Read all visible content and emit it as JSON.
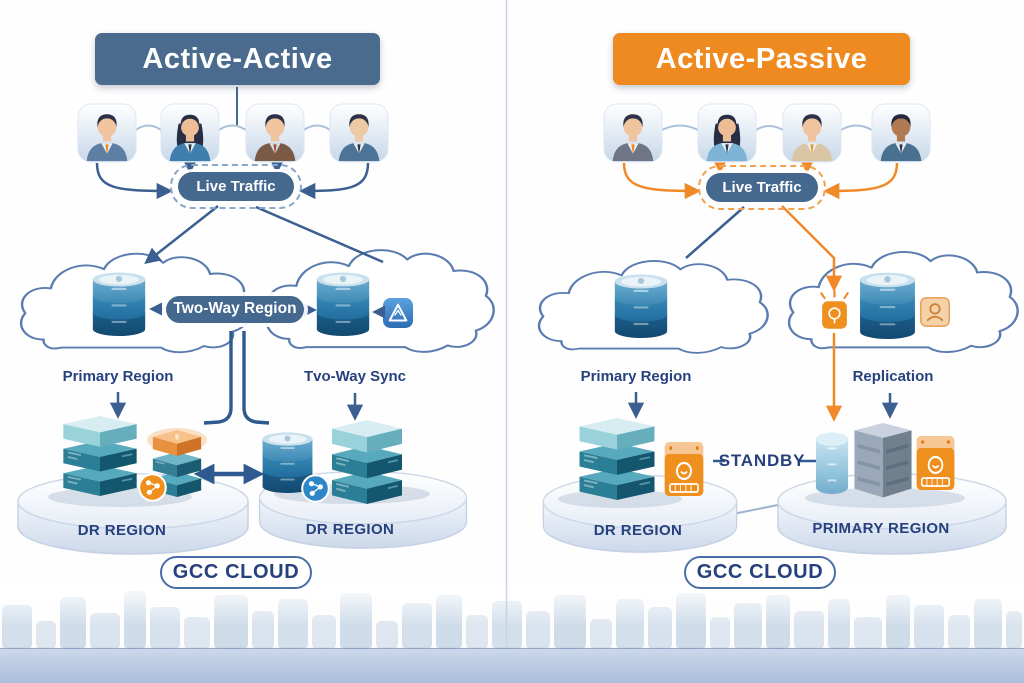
{
  "colors": {
    "slate": "#4a6b8d",
    "orange": "#ee8a1f",
    "pill": "#44688e",
    "navy": "#27417e",
    "cloud_stroke": "#5b7cb0",
    "arrow_blue": "#3b5f90",
    "arrow_orange": "#f08a28",
    "dashed_blue": "#8aa6c8",
    "dashed_orange": "#f2a24e",
    "gcc_border": "#4a6fa5"
  },
  "left": {
    "title": "Active-Active",
    "live_traffic_label": "Live Traffic",
    "sync_pill_label": "Two-Way Region",
    "primary_region_label": "Primary Region",
    "sync_label": "Tvo-Way Sync",
    "dr_region_1_label": "DR REGION",
    "dr_region_2_label": "DR REGION",
    "gcc_cloud_label": "GCC CLOUD"
  },
  "right": {
    "title": "Active-Passive",
    "live_traffic_label": "Live Traffic",
    "primary_region_label": "Primary Region",
    "replication_label": "Replication",
    "standby_label": "STANDBY",
    "dr_region_label": "DR REGION",
    "primary_region_platform_label": "PRIMARY REGION",
    "gcc_cloud_label": "GCC CLOUD"
  }
}
